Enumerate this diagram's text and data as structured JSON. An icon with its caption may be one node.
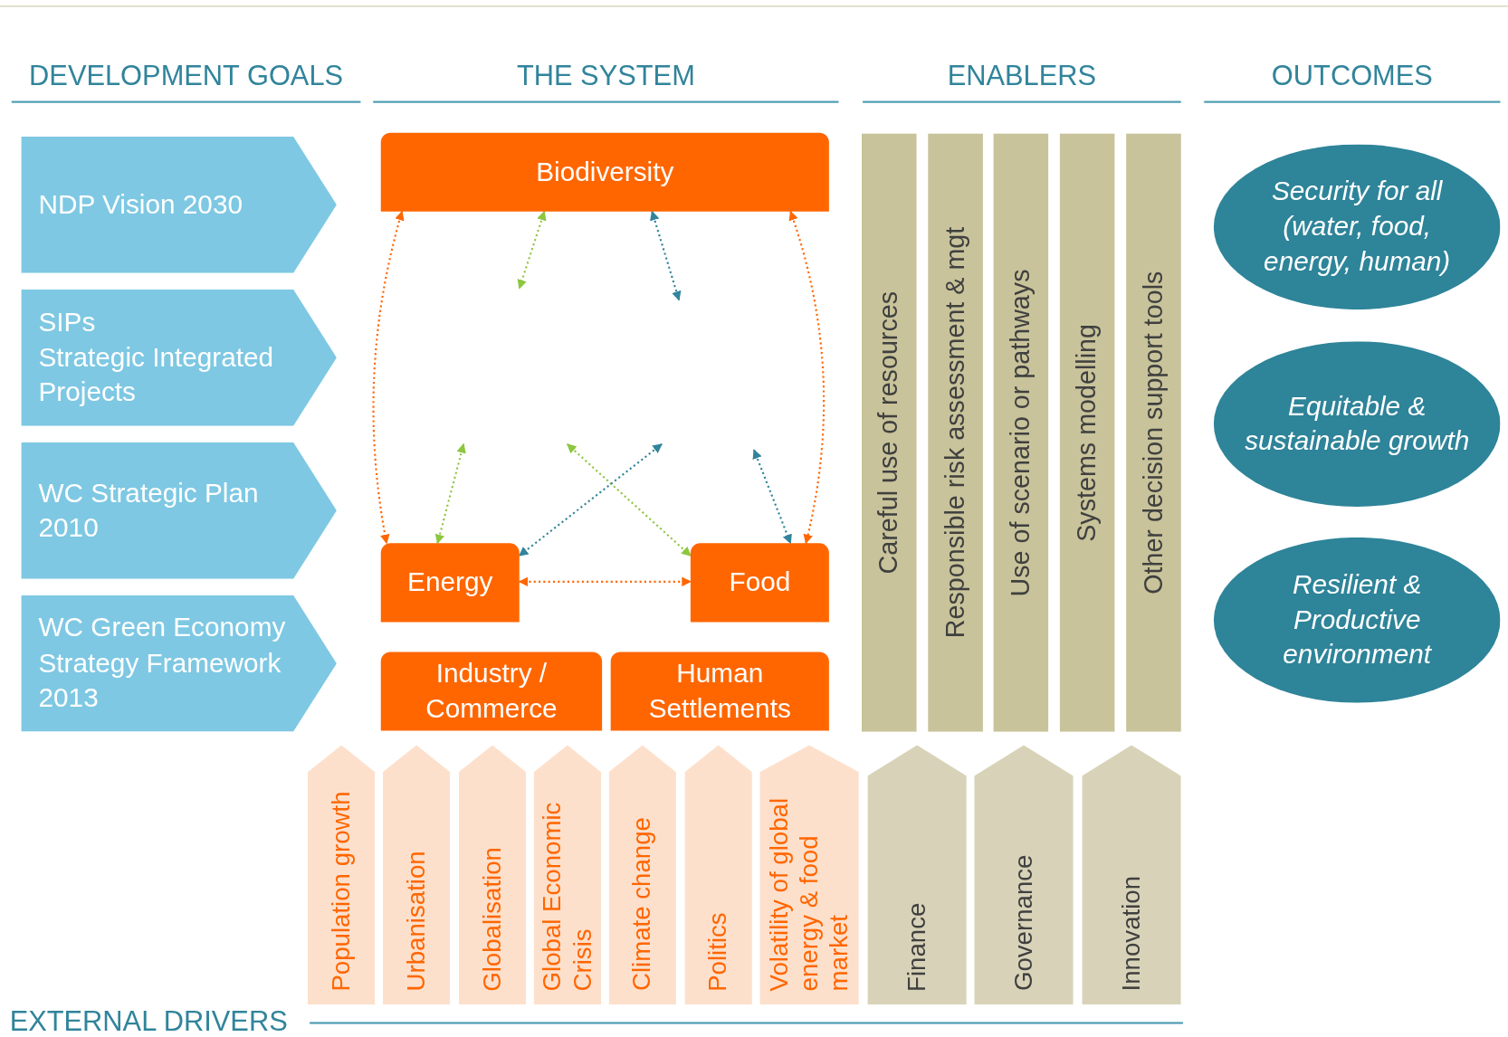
{
  "diagram": {
    "nodes": [
      {
        "text": [
          "NDP Vision 2030"
        ]
      },
      {
        "text": [
          "SIPs",
          "Strategic Integrated Projects"
        ]
      },
      {
        "text": [
          "WC Strategic Plan 2010"
        ]
      },
      {
        "text": [
          "WC Green Economy Strategy Framework 2013"
        ]
      },
      {
        "text": [
          "Biodiversity"
        ]
      },
      {
        "text": [
          "Energy"
        ]
      },
      {
        "text": [
          "Food"
        ]
      },
      {
        "text": [
          "Industry / Commerce"
        ]
      },
      {
        "text": [
          "Human Settlements"
        ]
      },
      {
        "text": [
          "Careful use of resources"
        ]
      },
      {
        "text": [
          "Responsible risk assessment & mgt"
        ]
      },
      {
        "text": [
          "Use of scenario or pathways"
        ]
      },
      {
        "text": [
          "Systems modelling"
        ]
      },
      {
        "text": [
          "Other decision support tools"
        ]
      },
      {
        "text": [
          "Security for all (water, food, energy, human)"
        ]
      },
      {
        "text": [
          "Equitable & sustainable growth"
        ]
      },
      {
        "text": [
          "Resilient & Productive environment"
        ]
      },
      {
        "text": [
          "Population growth"
        ]
      },
      {
        "text": [
          "Urbanisation"
        ]
      },
      {
        "text": [
          "Globalisation"
        ]
      },
      {
        "text": [
          "Global Economic Crisis"
        ]
      },
      {
        "text": [
          "Climate change"
        ]
      },
      {
        "text": [
          "Politics"
        ]
      },
      {
        "text": [
          "Volatility of global energy & food market"
        ]
      },
      {
        "text": [
          "Finance"
        ]
      },
      {
        "text": [
          "Governance"
        ]
      },
      {
        "text": [
          "Innovation"
        ]
      }
    ],
    "edges": [
      {
        "from": 4,
        "to": 5,
        "arrow": "both",
        "style": "dashed",
        "color": "#ff6600"
      },
      {
        "from": 4,
        "to": null,
        "arrow": "both",
        "style": "dashed",
        "color": "#8dc63f"
      },
      {
        "from": 4,
        "to": null,
        "arrow": "both",
        "style": "dashed",
        "color": "#31849b"
      },
      {
        "from": 4,
        "to": 6,
        "arrow": "both",
        "style": "dashed",
        "color": "#ff6600"
      },
      {
        "from": null,
        "to": 5,
        "arrow": "both",
        "style": "dashed",
        "color": "#8dc63f"
      },
      {
        "from": null,
        "to": 6,
        "arrow": "both",
        "style": "dashed",
        "color": "#8dc63f"
      },
      {
        "from": null,
        "to": 5,
        "arrow": "both",
        "style": "dashed",
        "color": "#31849b"
      },
      {
        "from": null,
        "to": 6,
        "arrow": "both",
        "style": "dashed",
        "color": "#31849b"
      },
      {
        "from": 5,
        "to": 6,
        "arrow": "both",
        "style": "dashed",
        "color": "#ff6600"
      }
    ],
    "labels": [
      "DEVELOPMENT GOALS",
      "THE SYSTEM",
      "ENABLERS",
      "OUTCOMES",
      "EXTERNAL DRIVERS"
    ]
  }
}
